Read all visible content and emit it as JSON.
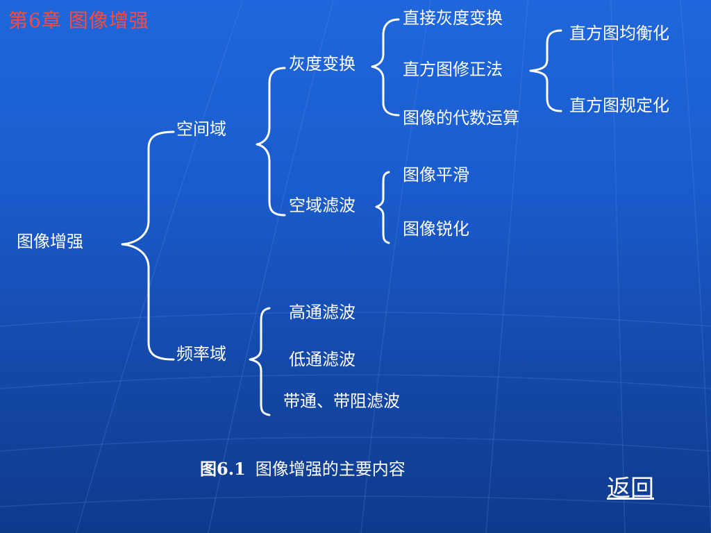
{
  "header": {
    "chapter_title": "第6章  图像增强"
  },
  "diagram": {
    "root": "图像增强",
    "level1": {
      "spatial": "空间域",
      "frequency": "频率域"
    },
    "spatial": {
      "gray_transform": "灰度变换",
      "spatial_filter": "空域滤波"
    },
    "gray_transform": {
      "direct": "直接灰度变换",
      "histogram_mod": "直方图修正法",
      "algebraic": "图像的代数运算"
    },
    "histogram_mod": {
      "equalization": "直方图均衡化",
      "specification": "直方图规定化"
    },
    "spatial_filter": {
      "smoothing": "图像平滑",
      "sharpening": "图像锐化"
    },
    "frequency": {
      "highpass": "高通滤波",
      "lowpass": "低通滤波",
      "bandpass": "带通、带阻滤波"
    }
  },
  "caption": {
    "fig_no": "图6.1",
    "text": "图像增强的主要内容"
  },
  "nav": {
    "back_label": "返回"
  },
  "colors": {
    "background_top": "#1f67dc",
    "background_bottom": "#0e3a8b",
    "title": "#ff4a3a",
    "text": "#ffffff"
  }
}
